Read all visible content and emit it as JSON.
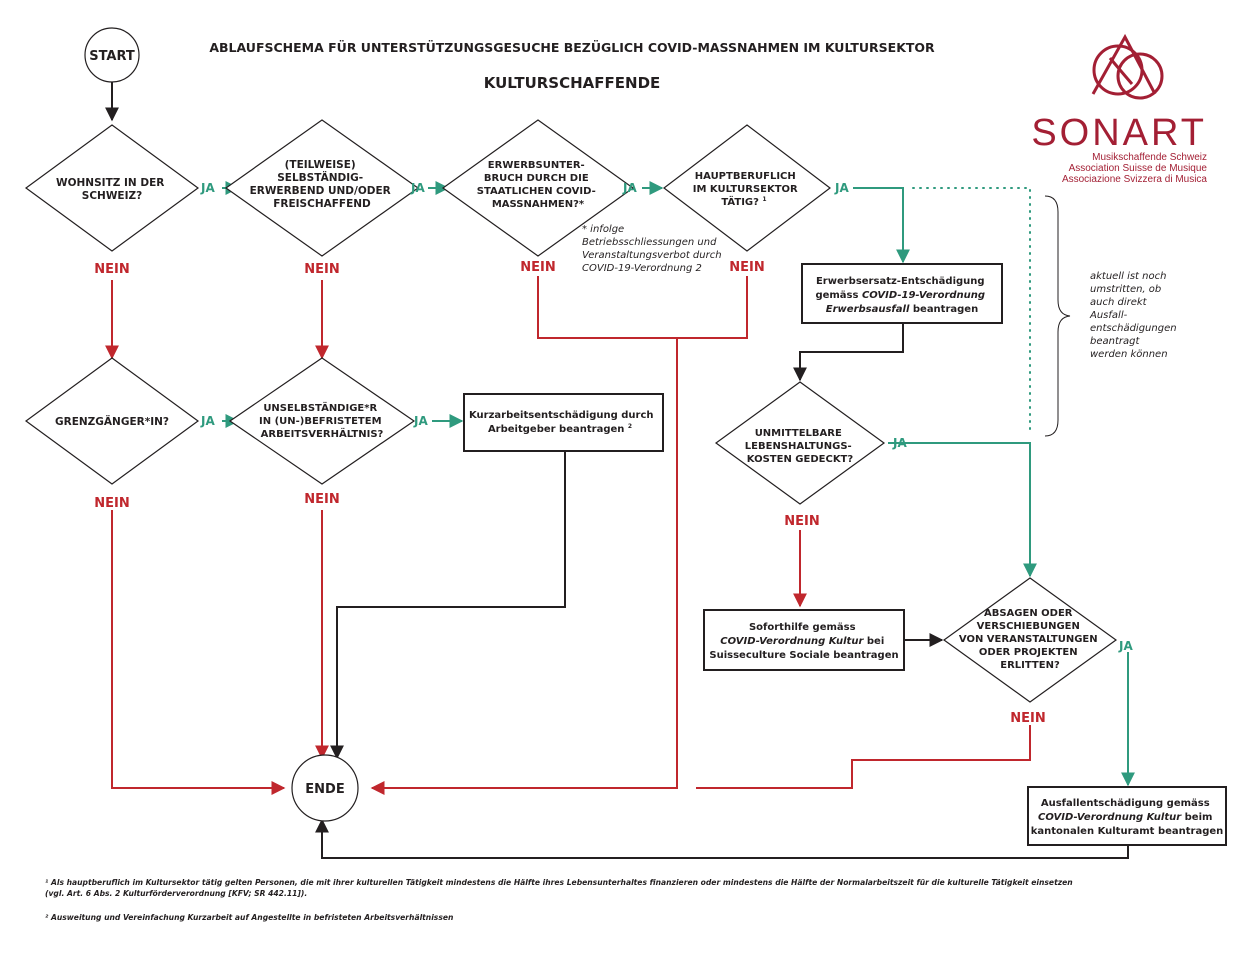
{
  "header": {
    "title": "ABLAUFSCHEMA FÜR UNTERSTÜTZUNGSGESUCHE BEZÜGLICH COVID-MASSNAHMEN IM KULTURSEKTOR",
    "subtitle": "KULTURSCHAFFENDE"
  },
  "logo": {
    "name": "SONART",
    "lines": [
      "Musikschaffende Schweiz",
      "Association Suisse de Musique",
      "Associazione Svizzera di Musica"
    ],
    "color": "#a31f34"
  },
  "colors": {
    "yes": "#2f9a7e",
    "no": "#c0272d",
    "line": "#231f20"
  },
  "labels": {
    "ja": "JA",
    "nein": "NEIN"
  },
  "nodes": {
    "start": "START",
    "ende": "ENDE",
    "q1": [
      "WOHNSITZ IN DER",
      "SCHWEIZ?"
    ],
    "q2": [
      "(TEILWEISE)",
      "SELBSTÄNDIG-",
      "ERWERBEND UND/ODER",
      "FREISCHAFFEND"
    ],
    "q3": [
      "ERWERBSUNTER-",
      "BRUCH DURCH DIE",
      "STAATLICHEN COVID-",
      "MASSNAHMEN?*"
    ],
    "q4": [
      "HAUPTBERUFLICH",
      "IM KULTURSEKTOR",
      "TÄTIG?",
      "1"
    ],
    "q5": "GRENZGÄNGER*IN?",
    "q6": [
      "UNSELBSTÄNDIGE*R",
      "IN (UN-)BEFRISTETEM",
      "ARBEITSVERHÄLTNIS?"
    ],
    "q7": [
      "UNMITTELBARE",
      "LEBENSHALTUNGS-",
      "KOSTEN GEDECKT?"
    ],
    "q8": [
      "ABSAGEN ODER",
      "VERSCHIEBUNGEN",
      "VON VERANSTALTUNGEN",
      "ODER PROJEKTEN",
      "ERLITTEN?"
    ]
  },
  "boxes": {
    "kurzarbeit": [
      "Kurzarbeitsentschädigung durch",
      "Arbeitgeber beantragen",
      "2"
    ],
    "erwerbsersatz": [
      "Erwerbsersatz-Entschädigung",
      "gemäss ",
      "COVID-19-Verordnung",
      "Erwerbsausfall",
      " beantragen"
    ],
    "soforthilfe": [
      "Soforthilfe gemäss",
      "COVID-Verordnung Kultur",
      " bei",
      "Suisseculture Sociale beantragen"
    ],
    "ausfall": [
      "Ausfallentschädigung gemäss",
      "COVID-Verordnung Kultur",
      " beim",
      "kantonalen Kulturamt beantragen"
    ]
  },
  "notes": {
    "q3_note": [
      "* infolge",
      "Betriebsschliessungen und",
      "Veranstaltungsverbot durch",
      "COVID-19-Verordnung 2"
    ],
    "side_note": [
      "aktuell ist noch",
      "umstritten, ob",
      "auch direkt",
      "Ausfall-",
      "entschädigungen",
      "beantragt",
      "werden können"
    ]
  },
  "footnotes": {
    "fn1_line1": "¹ Als hauptberuflich im Kultursektor tätig gelten Personen, die mit ihrer kulturellen Tätigkeit mindestens die Hälfte ihres Lebensunterhaltes finanzieren oder mindestens die Hälfte der Normalarbeitszeit für die kulturelle Tätigkeit einsetzen",
    "fn1_line2": "(vgl. Art. 6 Abs. 2 Kulturförderverordnung [KFV; SR 442.11]).",
    "fn2": "² Ausweitung und Vereinfachung Kurzarbeit auf Angestellte in befristeten Arbeitsverhältnissen"
  }
}
